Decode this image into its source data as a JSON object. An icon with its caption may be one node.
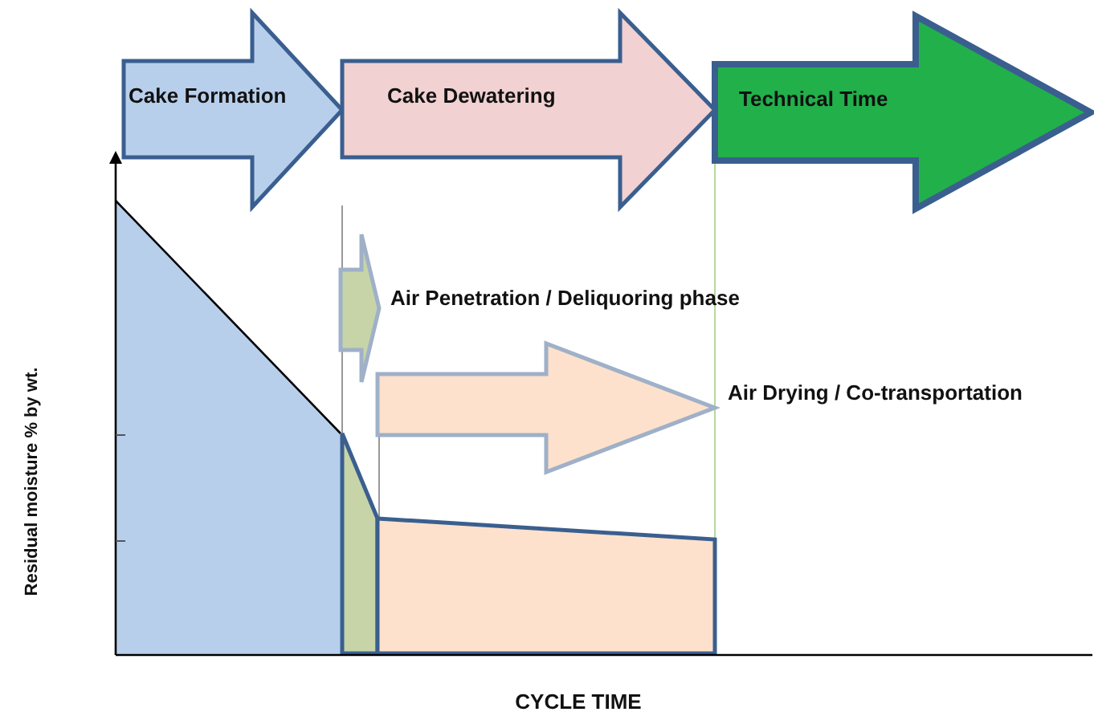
{
  "diagram": {
    "nodes": [
      {
        "text": [
          "Cake Formation"
        ]
      },
      {
        "text": [
          "Cake Dewatering"
        ]
      },
      {
        "text": [
          "Technical Time"
        ]
      },
      {
        "text": [
          "Air Penetration / Deliquoring phase"
        ]
      },
      {
        "text": [
          "Air Drying / Co-transportation"
        ]
      }
    ],
    "labels": [
      "Residual moisture % by wt.",
      "CYCLE TIME"
    ]
  }
}
